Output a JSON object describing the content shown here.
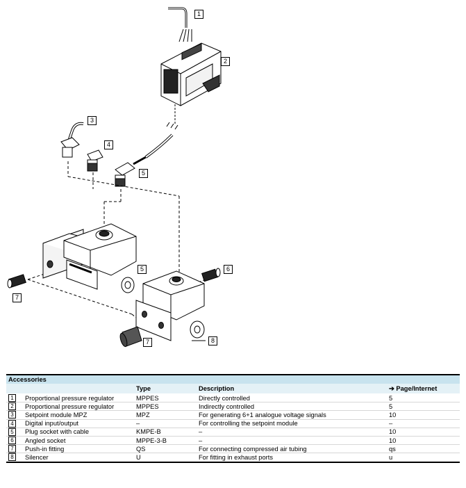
{
  "callouts": [
    "1",
    "2",
    "3",
    "4",
    "5",
    "5",
    "6",
    "7",
    "7",
    "8"
  ],
  "table": {
    "title": "Accessories",
    "columns": [
      "",
      "",
      "Type",
      "Description",
      "Page/Internet"
    ],
    "page_arrow": "➔",
    "rows": [
      {
        "num": "1",
        "name": "Proportional pressure regulator",
        "type": "MPPES",
        "description": "Directly controlled",
        "page": "5"
      },
      {
        "num": "2",
        "name": "Proportional pressure regulator",
        "type": "MPPES",
        "description": "Indirectly controlled",
        "page": "5"
      },
      {
        "num": "3",
        "name": "Setpoint module MPZ",
        "type": "MPZ",
        "description": "For generating 6+1 analogue voltage signals",
        "page": "10"
      },
      {
        "num": "4",
        "name": "Digital input/output",
        "type": "–",
        "description": "For controlling the setpoint module",
        "page": "–"
      },
      {
        "num": "5",
        "name": "Plug socket with cable",
        "type": "KMPE-B",
        "description": "–",
        "page": "10"
      },
      {
        "num": "6",
        "name": "Angled socket",
        "type": "MPPE-3-B",
        "description": "–",
        "page": "10"
      },
      {
        "num": "7",
        "name": "Push-in fitting",
        "type": "QS",
        "description": "For connecting compressed air tubing",
        "page": "qs"
      },
      {
        "num": "8",
        "name": "Silencer",
        "type": "U",
        "description": "For fitting in exhaust ports",
        "page": "u"
      }
    ]
  }
}
